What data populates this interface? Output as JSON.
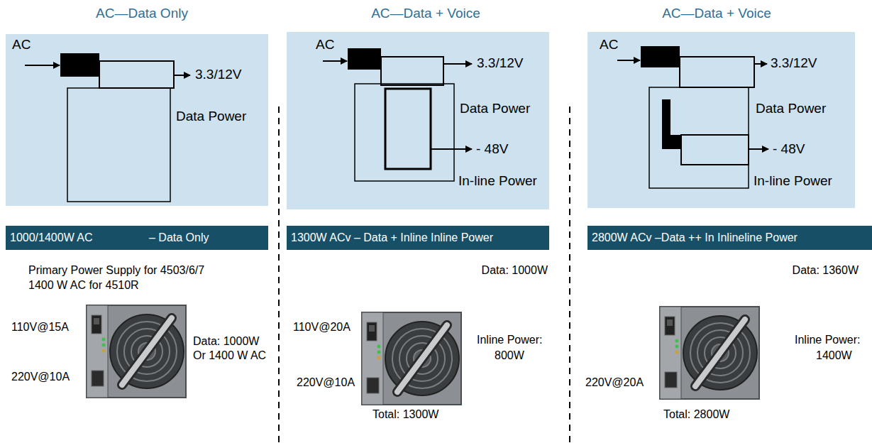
{
  "diagram": {
    "nodes": [
      {
        "text": [
          "AC"
        ]
      },
      {
        "text": [
          "1000/1400W AC",
          "– Data Only"
        ]
      },
      {
        "text": [
          "AC"
        ]
      },
      {
        "text": [
          "1300W ACv – Data + Inline Inline Power"
        ]
      },
      {
        "text": [
          "AC"
        ]
      },
      {
        "text": [
          "2800W ACv –Data ++ In Inlineline Power"
        ]
      }
    ],
    "labels": [
      "AC—Data Only",
      "AC—Data + Voice",
      "AC—Data + Voice",
      "3.3/12V",
      "Data Power",
      "3.3/12V",
      "Data Power",
      "- 48V",
      "In-line Power",
      "3.3/12V",
      "Data Power",
      "- 48V",
      "In-line Power",
      "Primary Power Supply for 4503/6/7",
      "1400 W AC for 4510R",
      "110V@15A",
      "220V@10A",
      "Data: 1000W",
      "Or 1400 W AC",
      "Data: 1000W",
      "110V@20A",
      "220V@10A",
      "Inline Power:",
      "800W",
      "Total: 1300W",
      "Data: 1360W",
      "220V@20A",
      "Inline Power:",
      "1400W",
      "Total: 2800W"
    ]
  }
}
